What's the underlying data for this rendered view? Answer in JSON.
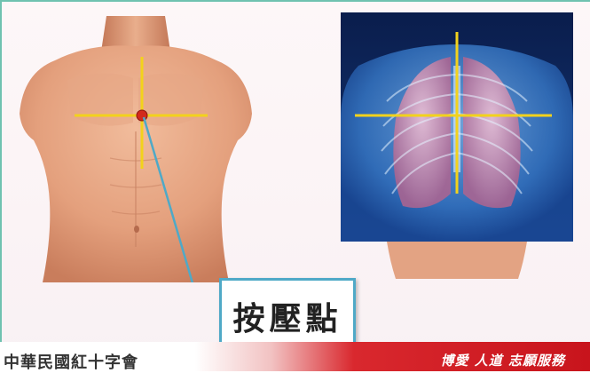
{
  "callout": {
    "label": "按壓點"
  },
  "footer": {
    "organization": "中華民國紅十字會",
    "motto": "博愛 人道 志願服務"
  },
  "colors": {
    "crosshair": "#f2d21c",
    "press_point": "#d22a1c",
    "leader_line": "#4fa9c7",
    "footer_red": "#c8141c",
    "skin": "#e8a784"
  },
  "icons": [
    "press-point-marker"
  ]
}
